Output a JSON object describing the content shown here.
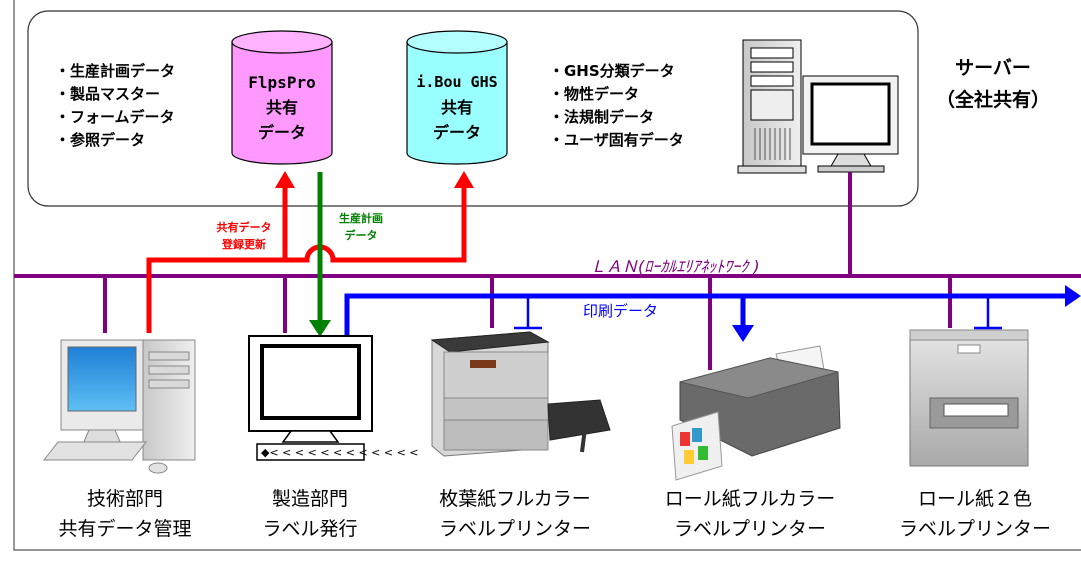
{
  "server": {
    "label_line1": "サーバー",
    "label_line2": "（全社共有）",
    "left_list": [
      "・生産計画データ",
      "・製品マスター",
      "・フォームデータ",
      "・参照データ"
    ],
    "right_list": [
      "・GHS分類データ",
      "・物性データ",
      "・法規制データ",
      "・ユーザ固有データ"
    ]
  },
  "databases": [
    {
      "lines": [
        "FlpsPro",
        "共有",
        "データ"
      ],
      "color": "#ff99ff"
    },
    {
      "lines": [
        "i.Bou GHS",
        "共有",
        "データ"
      ],
      "color": "#99ffff"
    }
  ],
  "arrows": {
    "shared_update_line1": "共有データ",
    "shared_update_line2": "登録更新",
    "production_plan_line1": "生産計画",
    "production_plan_line2": "データ",
    "lan": "ＬＡＮ(ﾛｰｶﾙｴﾘｱﾈｯﾄﾜｰｸ )",
    "print_data": "印刷データ"
  },
  "colors": {
    "lan": "#800080",
    "shared_update": "#ff0000",
    "production_plan": "#008000",
    "print_data": "#0000ff"
  },
  "devices": [
    {
      "icon": "desktop-pc-icon",
      "line1": "技術部門",
      "line2": "共有データ管理"
    },
    {
      "icon": "terminal-icon",
      "line1": "製造部門",
      "line2": "ラベル発行"
    },
    {
      "icon": "sheet-printer-icon",
      "line1": "枚葉紙フルカラー",
      "line2": "ラベルプリンター"
    },
    {
      "icon": "roll-color-printer-icon",
      "line1": "ロール紙フルカラー",
      "line2": "ラベルプリンター"
    },
    {
      "icon": "roll-2color-printer-icon",
      "line1": "ロール紙２色",
      "line2": "ラベルプリンター"
    }
  ]
}
